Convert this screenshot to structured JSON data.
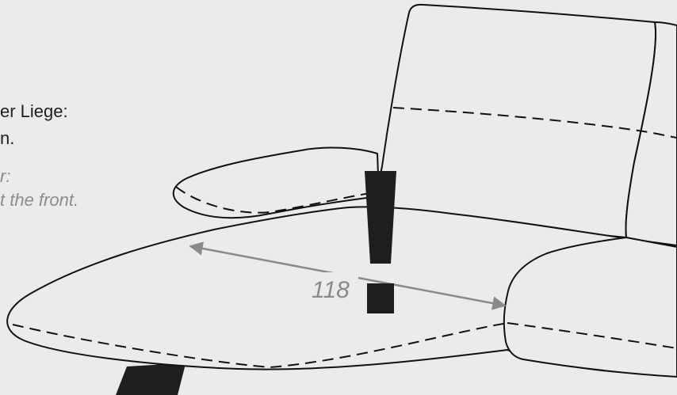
{
  "notes": {
    "german": [
      "er Liege:",
      "n."
    ],
    "english": [
      "r:",
      "t the front."
    ]
  },
  "dimension": {
    "value": "118"
  },
  "colors": {
    "background": "#eaebec",
    "outline": "#111111",
    "dimension": "#8a8a8a",
    "warning": "#1e1e1e"
  }
}
